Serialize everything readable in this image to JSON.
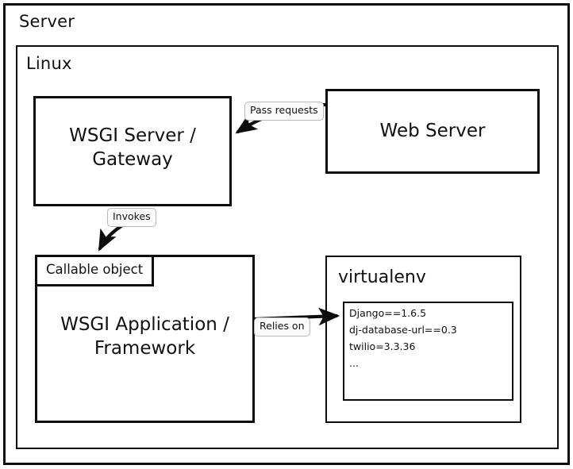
{
  "diagram": {
    "type": "block-architecture",
    "title_visible": false,
    "colors": {
      "stroke": "#0d0d0d",
      "fill": "#ffffff",
      "tag_fill": "#fbfbfb",
      "tag_border": "#b9b9b9",
      "text": "#111111"
    },
    "containers": [
      {
        "id": "server",
        "label": "Server"
      },
      {
        "id": "linux",
        "label": "Linux"
      }
    ],
    "nodes": [
      {
        "id": "wsgi-server",
        "label": "WSGI Server /\nGateway"
      },
      {
        "id": "web-server",
        "label": "Web Server"
      },
      {
        "id": "wsgi-application",
        "label": "WSGI Application /\nFramework"
      },
      {
        "id": "virtualenv",
        "label": "virtualenv"
      }
    ],
    "callable_tag": "Callable object",
    "requirements": [
      "Django==1.6.5",
      "dj-database-url==0.3",
      "twilio=3.3.36",
      "..."
    ],
    "edges": [
      {
        "id": "pass-requests",
        "label": "Pass requests",
        "from": "web-server",
        "to": "wsgi-server"
      },
      {
        "id": "invokes",
        "label": "Invokes",
        "from": "wsgi-server",
        "to": "wsgi-application"
      },
      {
        "id": "relies-on",
        "label": "Relies on",
        "from": "wsgi-application",
        "to": "virtualenv"
      }
    ]
  }
}
